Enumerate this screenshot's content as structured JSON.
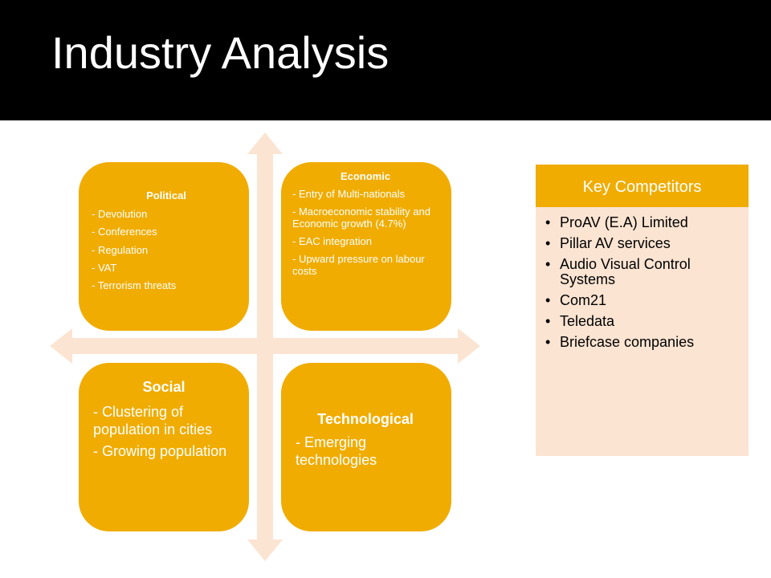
{
  "slide": {
    "title": "Industry Analysis",
    "colors": {
      "title_bar": "#000000",
      "quadrant": "#f0ac00",
      "arrows": "#fbe4d2",
      "competitors_panel": "#fbe4d2"
    }
  },
  "quadrants": {
    "political": {
      "heading": "Political",
      "items": [
        "- Devolution",
        "- Conferences",
        "- Regulation",
        "-  VAT",
        "- Terrorism threats"
      ]
    },
    "economic": {
      "heading": "Economic",
      "items": [
        "- Entry of Multi-nationals",
        "-  Macroeconomic stability and Economic growth (4.7%)",
        "- EAC integration",
        "- Upward pressure on labour costs"
      ]
    },
    "social": {
      "heading": "Social",
      "items": [
        "- Clustering of population in cities",
        "- Growing population"
      ]
    },
    "technological": {
      "heading": "Technological",
      "items": [
        "- Emerging technologies"
      ]
    }
  },
  "competitors": {
    "heading": "Key Competitors",
    "bullet": "•",
    "items": [
      "ProAV (E.A) Limited",
      "Pillar AV services",
      "Audio Visual Control Systems",
      "Com21",
      "Teledata",
      "Briefcase companies"
    ]
  }
}
